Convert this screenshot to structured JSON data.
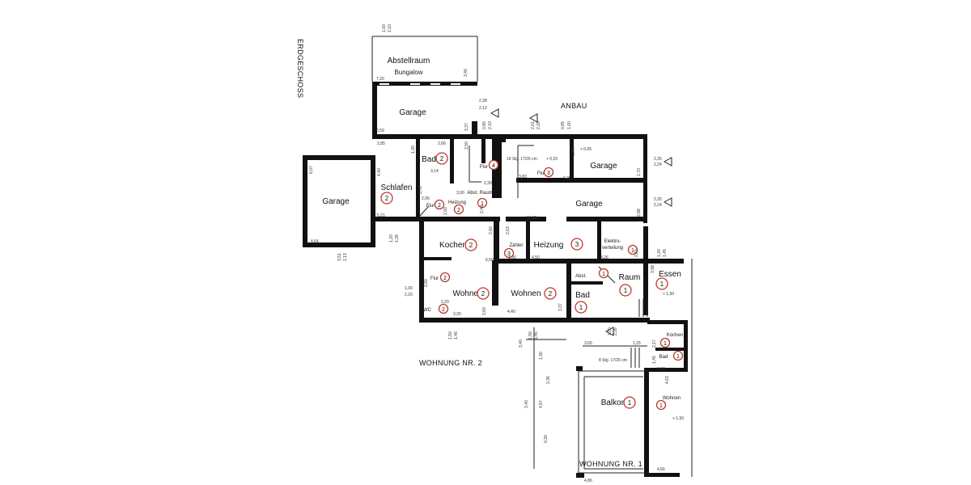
{
  "title_vertical": "ERDGESCHOSS",
  "section_labels": [
    "ANBAU",
    "WOHNUNG NR. 2",
    "WOHNUNG NR. 1"
  ],
  "colors": {
    "wall": "#111111",
    "marker_ring": "#c0392b",
    "paper": "#ffffff"
  },
  "rooms": [
    {
      "name": "Abstellraum",
      "sub": "Bungalow",
      "unit": ""
    },
    {
      "name": "Garage",
      "unit": ""
    },
    {
      "name": "Bad",
      "unit": "2"
    },
    {
      "name": "Flur",
      "unit": "4"
    },
    {
      "name": "Schlafen",
      "unit": "2"
    },
    {
      "name": "Garage",
      "unit": ""
    },
    {
      "name": "Flur",
      "unit": "2"
    },
    {
      "name": "Heizung",
      "unit": "2"
    },
    {
      "name": "Abst. Raum",
      "unit": "1"
    },
    {
      "name": "Flur",
      "unit": "3"
    },
    {
      "name": "Garage",
      "unit": ""
    },
    {
      "name": "Garage",
      "unit": ""
    },
    {
      "name": "Kochen",
      "unit": "2"
    },
    {
      "name": "Zähler",
      "unit": "3"
    },
    {
      "name": "Heizung",
      "unit": "3"
    },
    {
      "name": "Elektro-",
      "sub": "verteilung",
      "unit": "1"
    },
    {
      "name": "Abst.",
      "unit": "1"
    },
    {
      "name": "Raum",
      "unit": "1"
    },
    {
      "name": "Essen",
      "unit": "1"
    },
    {
      "name": "Flur",
      "unit": "2"
    },
    {
      "name": "Wohnen",
      "unit": "2"
    },
    {
      "name": "Wohnen",
      "unit": "2"
    },
    {
      "name": "Bad",
      "unit": "1"
    },
    {
      "name": "WC",
      "unit": "2"
    },
    {
      "name": "Kochen",
      "unit": "1"
    },
    {
      "name": "Bad",
      "unit": "1"
    },
    {
      "name": "Balkon",
      "unit": "1"
    },
    {
      "name": "Wohnen",
      "unit": "1"
    }
  ],
  "dimensions": [
    "1,00",
    "2,10",
    "7,20",
    "3,45",
    "6,59",
    "3,37",
    "2,38",
    "2,12",
    "0,80",
    "2,10",
    "2,61",
    "2,20",
    "0,85",
    "1,00",
    "2,85",
    "1,30",
    "2,66",
    "3,14",
    "4,40",
    "3,72",
    "3,00",
    "2,06",
    "2,00",
    "2,40",
    "5,21",
    "6,07",
    "4,64",
    "3,51",
    "2,13",
    "1,20",
    "1,39",
    "3,50",
    "2,30",
    "19 Stg. 17/26 cm",
    "+ 0,23",
    "3,83",
    "2,70",
    "6,25",
    "+ 0,05",
    "2,70",
    "2,26",
    "2,24",
    "2,26",
    "2,24",
    "10,33",
    "2,88",
    "2,60",
    "2,63",
    "1,30",
    "4,50",
    "3,26",
    "2,63",
    "6,50",
    "1,20",
    "1,45",
    "3,58",
    "+ 1,50",
    "2,60",
    "1,00",
    "2,20",
    "2,20",
    "3,20",
    "3,60",
    "4,40",
    "3,37",
    "1,50",
    "1,45",
    "1,50",
    "1,45",
    "1,00",
    "2,26",
    "3,65",
    "1,25",
    "8 Stg. 17/26 cm",
    "2,17",
    "1,45",
    "3,53",
    "4,63",
    "+ 1,50",
    "4,86",
    "4,66",
    "3,40",
    "1,30",
    "3,36",
    "3,40",
    "4,57",
    "0,30"
  ]
}
